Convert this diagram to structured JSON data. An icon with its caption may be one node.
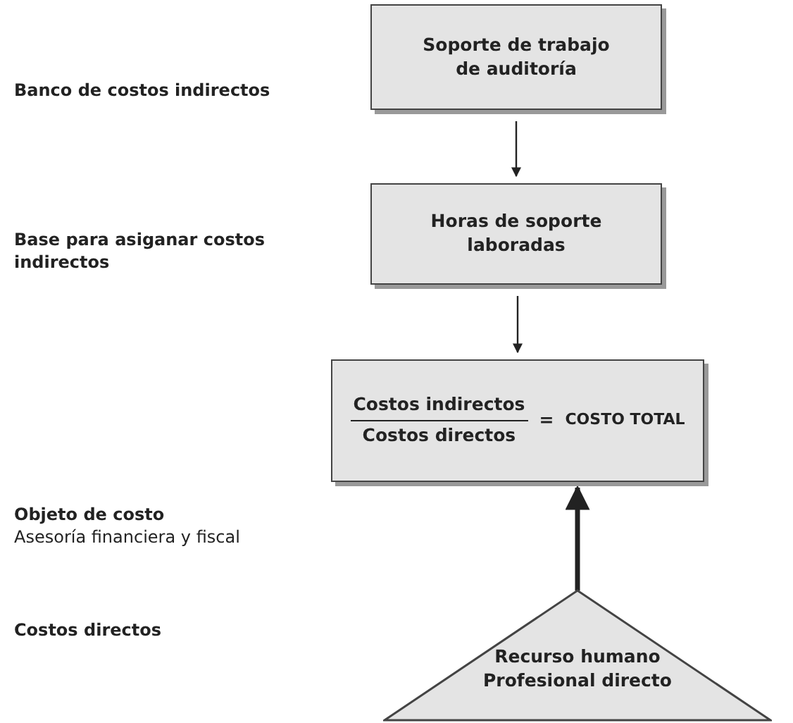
{
  "diagram": {
    "nodes": [
      {
        "text": [
          "Soporte de trabajo de auditoría"
        ]
      },
      {
        "text": [
          "Horas de soporte laboradas"
        ]
      },
      {
        "text": [
          "Costos indirectos",
          "Costos directos",
          "=",
          "COSTO TOTAL"
        ]
      },
      {
        "text": [
          "Recurso humano Profesional directo"
        ]
      }
    ],
    "edges": [
      {
        "from": 0,
        "to": 1,
        "arrow": "to"
      },
      {
        "from": 1,
        "to": 2,
        "arrow": "to"
      },
      {
        "from": 3,
        "to": 2,
        "arrow": "to",
        "style": "thick"
      }
    ],
    "labels": [
      "Banco de costos indirectos",
      "Base para asiganar costos indirectos",
      "Objeto de costo",
      "Asesoría financiera y fiscal",
      "Costos directos"
    ]
  }
}
